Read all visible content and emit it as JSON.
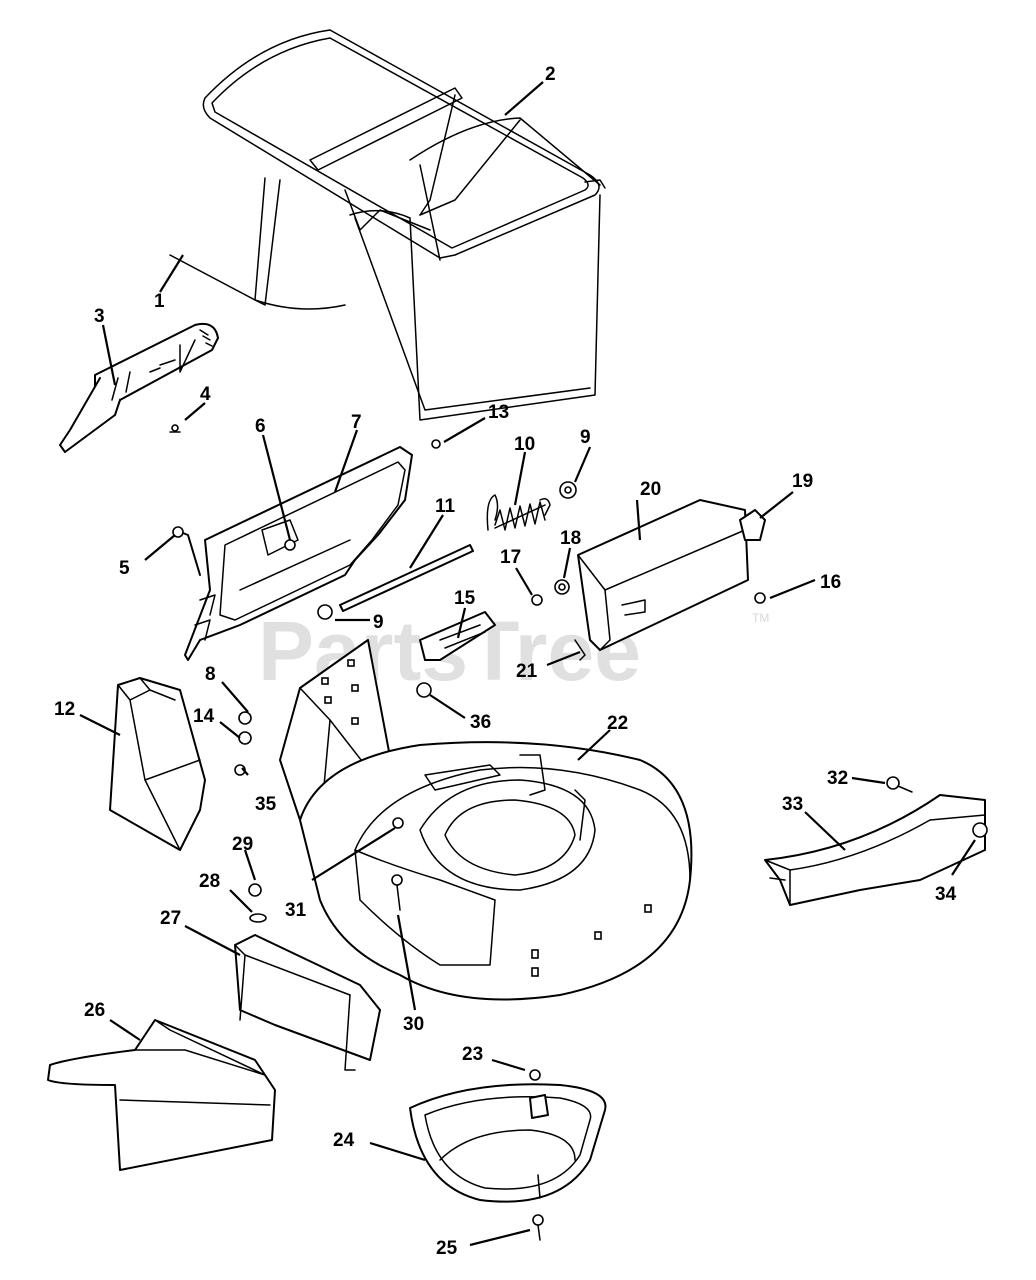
{
  "watermark": {
    "text": "PartsTree",
    "tm": "TM"
  },
  "callouts": [
    {
      "id": "c1",
      "label": "1"
    },
    {
      "id": "c2",
      "label": "2"
    },
    {
      "id": "c3",
      "label": "3"
    },
    {
      "id": "c4",
      "label": "4"
    },
    {
      "id": "c5",
      "label": "5"
    },
    {
      "id": "c6",
      "label": "6"
    },
    {
      "id": "c7",
      "label": "7"
    },
    {
      "id": "c8",
      "label": "8"
    },
    {
      "id": "c9a",
      "label": "9"
    },
    {
      "id": "c9b",
      "label": "9"
    },
    {
      "id": "c10",
      "label": "10"
    },
    {
      "id": "c11",
      "label": "11"
    },
    {
      "id": "c12",
      "label": "12"
    },
    {
      "id": "c13",
      "label": "13"
    },
    {
      "id": "c14",
      "label": "14"
    },
    {
      "id": "c15",
      "label": "15"
    },
    {
      "id": "c16",
      "label": "16"
    },
    {
      "id": "c17",
      "label": "17"
    },
    {
      "id": "c18",
      "label": "18"
    },
    {
      "id": "c19",
      "label": "19"
    },
    {
      "id": "c20",
      "label": "20"
    },
    {
      "id": "c21",
      "label": "21"
    },
    {
      "id": "c22",
      "label": "22"
    },
    {
      "id": "c23",
      "label": "23"
    },
    {
      "id": "c24",
      "label": "24"
    },
    {
      "id": "c25",
      "label": "25"
    },
    {
      "id": "c26",
      "label": "26"
    },
    {
      "id": "c27",
      "label": "27"
    },
    {
      "id": "c28",
      "label": "28"
    },
    {
      "id": "c29",
      "label": "29"
    },
    {
      "id": "c30",
      "label": "30"
    },
    {
      "id": "c31",
      "label": "31"
    },
    {
      "id": "c32",
      "label": "32"
    },
    {
      "id": "c33",
      "label": "33"
    },
    {
      "id": "c34",
      "label": "34"
    },
    {
      "id": "c35",
      "label": "35"
    },
    {
      "id": "c36",
      "label": "36"
    }
  ]
}
